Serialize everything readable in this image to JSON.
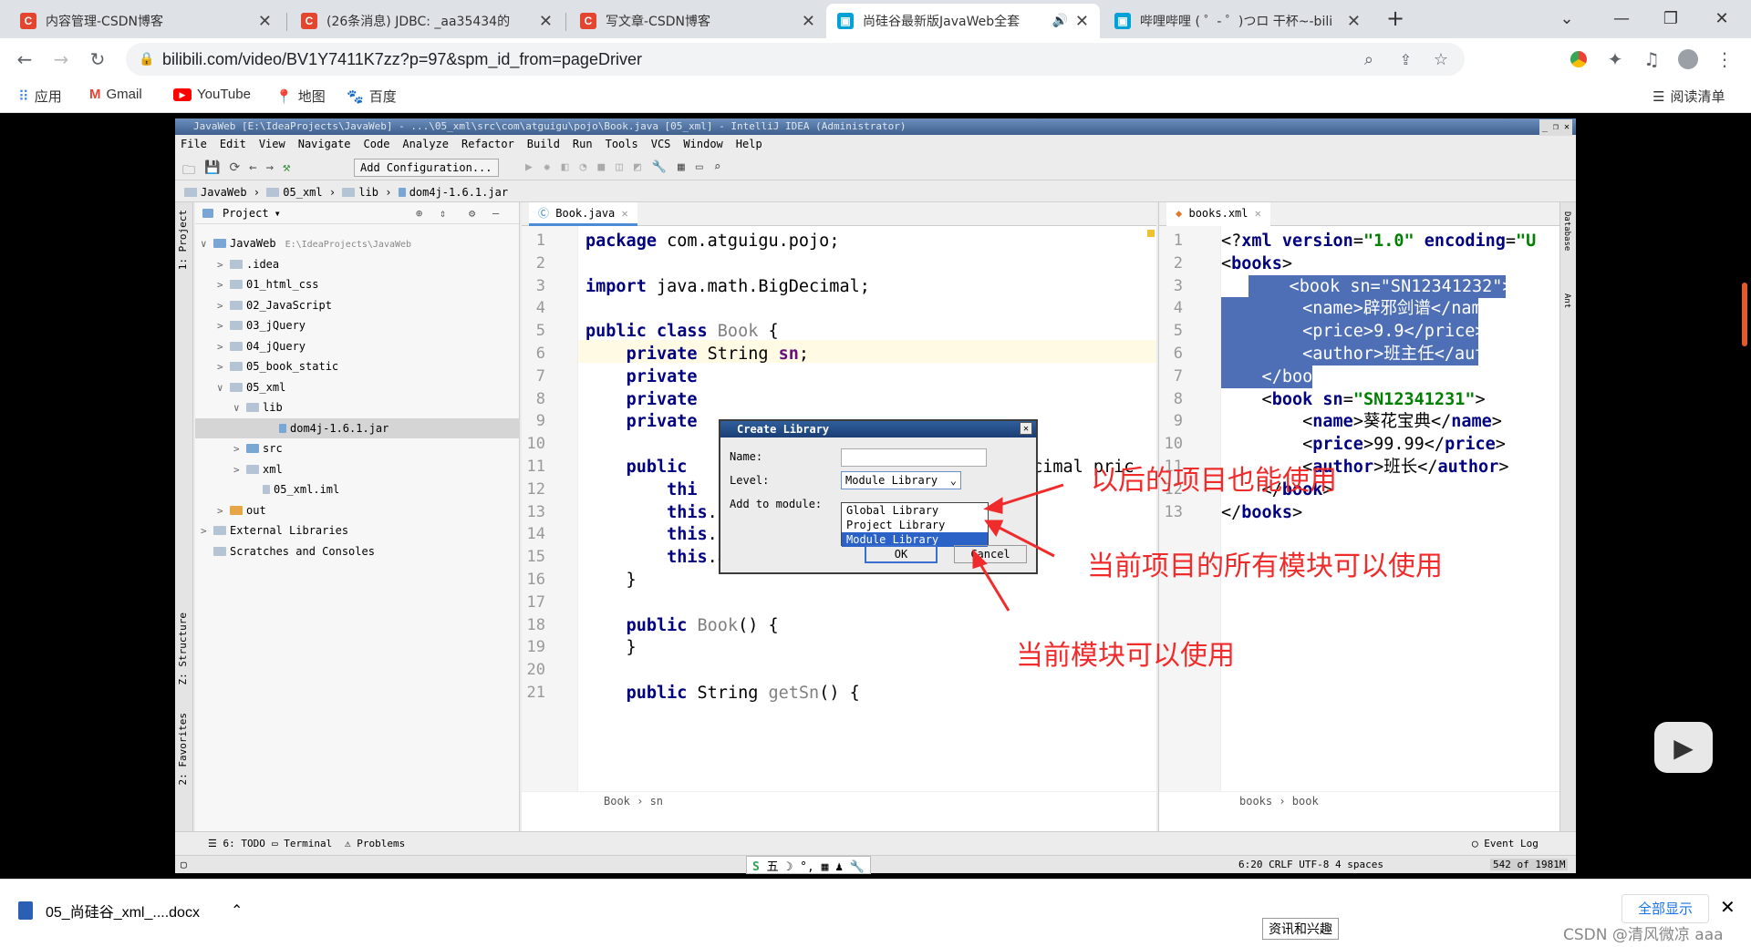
{
  "browser": {
    "tabs": [
      {
        "title": "内容管理-CSDN博客",
        "icon": "csdn-icon",
        "color": "#e3452e"
      },
      {
        "title": "(26条消息) JDBC: _aa35434的",
        "icon": "csdn-icon",
        "color": "#e3452e"
      },
      {
        "title": "写文章-CSDN博客",
        "icon": "csdn-icon",
        "color": "#e3452e"
      },
      {
        "title": "尚硅谷最新版JavaWeb全套",
        "icon": "bilibili-icon",
        "color": "#00a1d6"
      },
      {
        "title": "哔哩哔哩 ( ゜- ゜)つロ 干杯~-bili",
        "icon": "bilibili-icon",
        "color": "#00a1d6"
      }
    ],
    "url": "bilibili.com/video/BV1Y7411K7zz?p=97&spm_id_from=pageDriver",
    "bookmarks": [
      "应用",
      "Gmail",
      "YouTube",
      "地图",
      "百度"
    ],
    "reading_list": "阅读清单"
  },
  "ide": {
    "title": "JavaWeb [E:\\IdeaProjects\\JavaWeb] - ...\\05_xml\\src\\com\\atguigu\\pojo\\Book.java [05_xml] - IntelliJ IDEA (Administrator)",
    "menu": [
      "File",
      "Edit",
      "View",
      "Navigate",
      "Code",
      "Analyze",
      "Refactor",
      "Build",
      "Run",
      "Tools",
      "VCS",
      "Window",
      "Help"
    ],
    "run_config": "Add Configuration...",
    "breadcrumb": [
      "JavaWeb",
      "05_xml",
      "lib",
      "dom4j-1.6.1.jar"
    ],
    "project_header": "Project",
    "side_labels": [
      "1: Project",
      "Z: Structure",
      "2: Favorites"
    ],
    "tree": [
      {
        "label": "JavaWeb",
        "extra": "E:\\IdeaProjects\\JavaWeb",
        "indent": 0,
        "chev": "∨",
        "type": "module"
      },
      {
        "label": ".idea",
        "indent": 1,
        "chev": ">",
        "type": "folder"
      },
      {
        "label": "01_html_css",
        "indent": 1,
        "chev": ">",
        "type": "folder"
      },
      {
        "label": "02_JavaScript",
        "indent": 1,
        "chev": ">",
        "type": "folder"
      },
      {
        "label": "03_jQuery",
        "indent": 1,
        "chev": ">",
        "type": "folder"
      },
      {
        "label": "04_jQuery",
        "indent": 1,
        "chev": ">",
        "type": "folder"
      },
      {
        "label": "05_book_static",
        "indent": 1,
        "chev": ">",
        "type": "folder"
      },
      {
        "label": "05_xml",
        "indent": 1,
        "chev": "∨",
        "type": "folder"
      },
      {
        "label": "lib",
        "indent": 2,
        "chev": "∨",
        "type": "folder"
      },
      {
        "label": "dom4j-1.6.1.jar",
        "indent": 4,
        "chev": "",
        "type": "jar",
        "selected": true
      },
      {
        "label": "src",
        "indent": 2,
        "chev": ">",
        "type": "src"
      },
      {
        "label": "xml",
        "indent": 2,
        "chev": ">",
        "type": "folder"
      },
      {
        "label": "05_xml.iml",
        "indent": 3,
        "chev": "",
        "type": "file"
      },
      {
        "label": "out",
        "indent": 1,
        "chev": ">",
        "type": "out"
      },
      {
        "label": "External Libraries",
        "indent": 0,
        "chev": ">",
        "type": "lib"
      },
      {
        "label": "Scratches and Consoles",
        "indent": 0,
        "chev": "",
        "type": "scratch"
      }
    ],
    "editor_tab": "Book.java",
    "xml_tab": "books.xml",
    "editor_breadcrumb": "Book › sn",
    "xml_breadcrumb": "books › book",
    "bottom_tools": [
      "6: TODO",
      "Terminal",
      "Problems"
    ],
    "event_log": "Event Log",
    "status": "6:20  CRLF  UTF-8  4 spaces",
    "memory": "542 of 1981M"
  },
  "dialog": {
    "title": "Create Library",
    "name_label": "Name:",
    "level_label": "Level:",
    "module_label": "Add to module:",
    "level_value": "Module Library",
    "options": [
      "Global Library",
      "Project Library",
      "Module Library"
    ],
    "ok": "OK",
    "cancel": "Cancel"
  },
  "annotations": {
    "global": "以后的项目也能使用",
    "project": "当前项目的所有模块可以使用",
    "module": "当前模块可以使用"
  },
  "download": {
    "file": "05_尚硅谷_xml_....docx",
    "show_all": "全部显示",
    "tooltip": "资讯和兴趣",
    "watermark": "CSDN @清风微凉 aaa"
  }
}
